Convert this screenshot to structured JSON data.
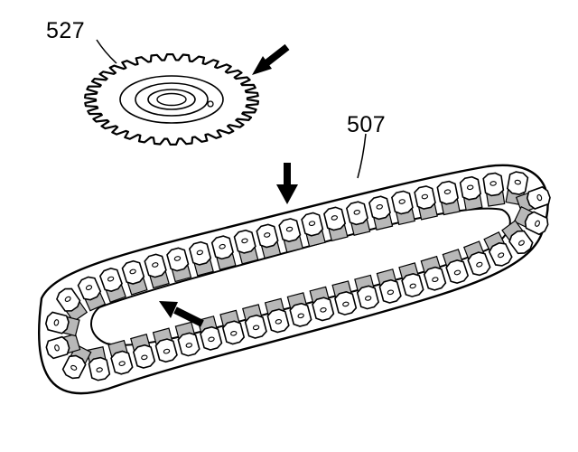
{
  "figure": {
    "callouts": {
      "sprocket": "527",
      "chain": "507"
    },
    "parts": {
      "sprocket": {
        "icon": "sprocket-gear",
        "teeth": 34
      },
      "chain": {
        "icon": "drive-chain-loop",
        "links": 46
      }
    },
    "colors": {
      "ink": "#000000",
      "paper": "#ffffff",
      "link_fill": "#ffffff",
      "shadow": "#b8b8b8"
    }
  }
}
